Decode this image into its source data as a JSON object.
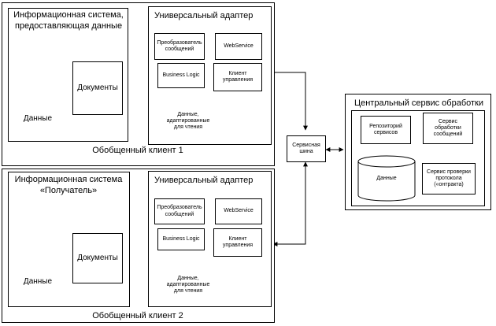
{
  "client1": {
    "caption": "Обобщенный клиент 1",
    "is_title_line1": "Информационная система,",
    "is_title_line2": "предоставляющая данные",
    "docs": "Документы",
    "data": "Данные",
    "adapter_title": "Универсальный адаптер",
    "converter": "Преобразователь\nсообщений",
    "webservice": "WebService",
    "business_logic": "Business Logic",
    "control_client": "Клиент\nуправления",
    "read_data": "Данные,\nадаптированные\nдля чтения"
  },
  "client2": {
    "caption": "Обобщенный клиент 2",
    "is_title_line1": "Информационная система",
    "is_title_line2": "«Получатель»",
    "docs": "Документы",
    "data": "Данные",
    "adapter_title": "Универсальный адаптер",
    "converter": "Преобразователь\nсообщений",
    "webservice": "WebService",
    "business_logic": "Business Logic",
    "control_client": "Клиент\nуправления",
    "read_data": "Данные,\nадаптированные\nдля чтения"
  },
  "bus": "Сервисная\nшина",
  "central": {
    "title": "Центральный сервис обработки",
    "repo": "Репозиторий\nсервисов",
    "processing": "Сервис\nобработки\nсообщений",
    "data": "Данные",
    "protocol": "Сервис проверки\nпротокола\n(«онтракта)"
  }
}
